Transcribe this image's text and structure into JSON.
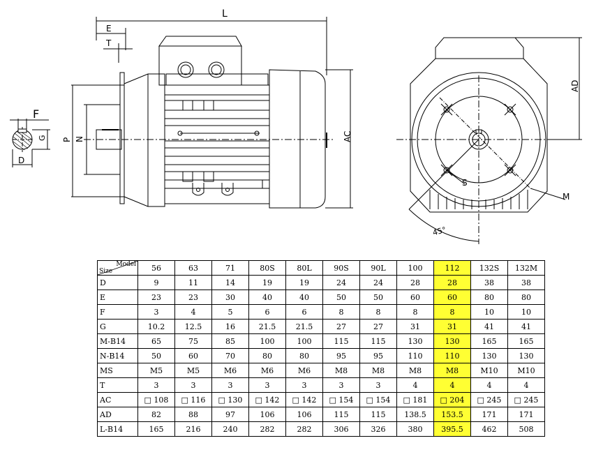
{
  "dimension_labels": {
    "L": "L",
    "E": "E",
    "T": "T",
    "F": "F",
    "G": "G",
    "D": "D",
    "P": "P",
    "N": "N",
    "AC": "AC",
    "AD": "AD",
    "S": "S",
    "M": "M",
    "angle": "45°"
  },
  "table": {
    "corner_model": "Model",
    "corner_size": "Size",
    "highlight_color": "#ffff33",
    "highlight_column": 8,
    "columns": [
      "56",
      "63",
      "71",
      "80S",
      "80L",
      "90S",
      "90L",
      "100",
      "112",
      "132S",
      "132M"
    ],
    "rows": [
      {
        "label": "D",
        "values": [
          "9",
          "11",
          "14",
          "19",
          "19",
          "24",
          "24",
          "28",
          "28",
          "38",
          "38"
        ]
      },
      {
        "label": "E",
        "values": [
          "23",
          "23",
          "30",
          "40",
          "40",
          "50",
          "50",
          "60",
          "60",
          "80",
          "80"
        ]
      },
      {
        "label": "F",
        "values": [
          "3",
          "4",
          "5",
          "6",
          "6",
          "8",
          "8",
          "8",
          "8",
          "10",
          "10"
        ]
      },
      {
        "label": "G",
        "values": [
          "10.2",
          "12.5",
          "16",
          "21.5",
          "21.5",
          "27",
          "27",
          "31",
          "31",
          "41",
          "41"
        ]
      },
      {
        "label": "M-B14",
        "values": [
          "65",
          "75",
          "85",
          "100",
          "100",
          "115",
          "115",
          "130",
          "130",
          "165",
          "165"
        ]
      },
      {
        "label": "N-B14",
        "values": [
          "50",
          "60",
          "70",
          "80",
          "80",
          "95",
          "95",
          "110",
          "110",
          "130",
          "130"
        ]
      },
      {
        "label": "MS",
        "values": [
          "M5",
          "M5",
          "M6",
          "M6",
          "M6",
          "M8",
          "M8",
          "M8",
          "M8",
          "M10",
          "M10"
        ]
      },
      {
        "label": "T",
        "values": [
          "3",
          "3",
          "3",
          "3",
          "3",
          "3",
          "3",
          "4",
          "4",
          "4",
          "4"
        ]
      },
      {
        "label": "AC",
        "values": [
          "□ 108",
          "□ 116",
          "□ 130",
          "□ 142",
          "□ 142",
          "□ 154",
          "□ 154",
          "□ 181",
          "□ 204",
          "□ 245",
          "□ 245"
        ]
      },
      {
        "label": "AD",
        "values": [
          "82",
          "88",
          "97",
          "106",
          "106",
          "115",
          "115",
          "138.5",
          "153.5",
          "171",
          "171"
        ]
      },
      {
        "label": "L-B14",
        "values": [
          "165",
          "216",
          "240",
          "282",
          "282",
          "306",
          "326",
          "380",
          "395.5",
          "462",
          "508"
        ]
      }
    ]
  }
}
